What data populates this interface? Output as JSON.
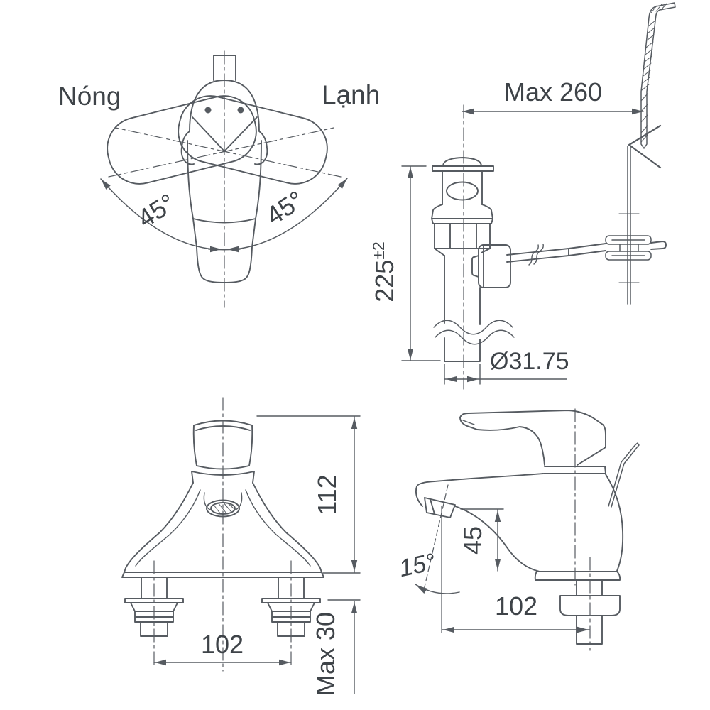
{
  "page": {
    "background": "#ffffff",
    "line_color": "#565b61",
    "text_color": "#3e4348",
    "description": "Technical dimension drawing of a single-lever basin faucet with pop-up drain"
  },
  "top_view": {
    "hot_label": "Nóng",
    "cold_label": "Lạnh",
    "left_swing_angle": "45°",
    "right_swing_angle": "45°"
  },
  "drain_view": {
    "max_reach": "Max 260",
    "height_value": "225",
    "height_tolerance": "±2",
    "pipe_diameter": "Ø31.75"
  },
  "front_view": {
    "total_height": "112",
    "hole_spacing": "102",
    "max_counter_thickness": "Max 30"
  },
  "side_view": {
    "spout_height": "45",
    "spout_angle": "15°",
    "spout_reach": "102"
  }
}
